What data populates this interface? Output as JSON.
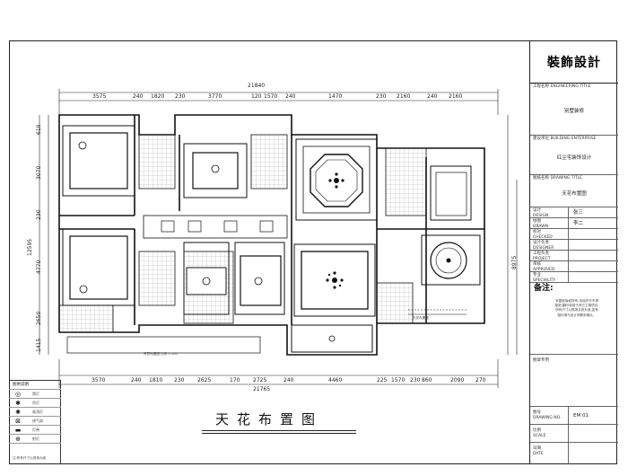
{
  "title_block": {
    "brand": "裝飾設計",
    "project_label": "工程名称",
    "project_label_en": "ENGINEERING TITLE",
    "project_value": "别墅装修",
    "unit_label": "建设单位",
    "unit_label_en": "BUILDING ENTERPRISE",
    "unit_value": "红尘宅装饰设计",
    "drawing_name_label": "图纸名称",
    "drawing_name_label_en": "DRAWING TITLE",
    "drawing_name_value": "天花布置图",
    "rows": [
      {
        "label": "设计",
        "label_en": "DESIGN",
        "value": "张三"
      },
      {
        "label": "绘图",
        "label_en": "DRAWN",
        "value": "李二"
      },
      {
        "label": "校对",
        "label_en": "CHECKED",
        "value": ""
      },
      {
        "label": "设计负责",
        "label_en": "DESIGNER",
        "value": ""
      },
      {
        "label": "工程负责",
        "label_en": "PROJECT",
        "value": ""
      },
      {
        "label": "审核",
        "label_en": "APPROVED",
        "value": ""
      },
      {
        "label": "专业",
        "label_en": "SPECIALITY",
        "value": ""
      }
    ],
    "notes_title": "备注:",
    "notes_lines": [
      "本图纸版权所有,未经许可不得",
      "复制,翻印或用于其它工程项目,",
      "所有尺寸以现场实测为准,如有",
      "疑问请与设计师联系确认。"
    ],
    "stamp_label": "图章专用",
    "bottom_rows": [
      {
        "label": "图号",
        "label_en": "DRAWING NO.",
        "value": "EM 01"
      },
      {
        "label": "比例",
        "label_en": "SCALE",
        "value": ""
      },
      {
        "label": "日期",
        "label_en": "DATE",
        "value": ""
      }
    ]
  },
  "dimensions": {
    "top_total": "21840",
    "top": [
      "3575",
      "240",
      "1820",
      "230",
      "3770",
      "120",
      "1570",
      "240",
      "1470",
      "230",
      "2160",
      "240",
      "2160"
    ],
    "bottom_total": "21765",
    "bottom": [
      "3570",
      "240",
      "1810",
      "230",
      "2625",
      "170",
      "2725",
      "240",
      "4460",
      "225",
      "1570",
      "230",
      "860",
      "2090",
      "270"
    ],
    "left_total": "12595",
    "left": [
      "610",
      "3070",
      "230",
      "4770",
      "2650",
      "1415"
    ],
    "right_total": "8975"
  },
  "drawing_title": "天花布置图",
  "legend": {
    "header": "图例说明",
    "items": [
      {
        "icon": "downlight-icon",
        "text": "筒灯"
      },
      {
        "icon": "chandelier-icon",
        "text": "吊灯"
      },
      {
        "icon": "ceiling-lamp-icon",
        "text": "吸顶灯"
      },
      {
        "icon": "exhaust-fan-icon",
        "text": "排气扇"
      },
      {
        "icon": "light-strip-icon",
        "text": "灯带"
      },
      {
        "icon": "spot-lamp-icon",
        "text": "射灯"
      }
    ],
    "footnote": "注:所有尺寸以现场为准"
  },
  "small_notes": {
    "bottom_left_annotation": "天花布置图 比例 1:100",
    "right_small": "天花布置图"
  },
  "colors": {
    "line": "#111111",
    "fill": "#ffffff",
    "hatch": "#888888"
  }
}
